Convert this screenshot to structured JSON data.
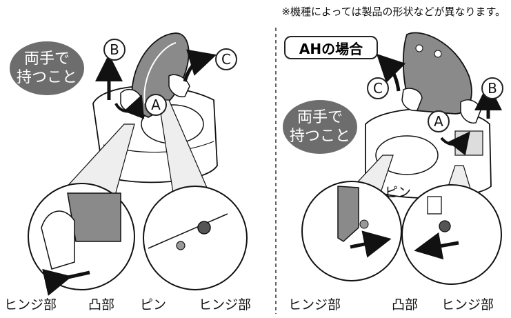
{
  "note": "※機種によっては製品の形状などが異なります。",
  "left": {
    "bubble_line1": "両手で",
    "bubble_line2": "持つこと",
    "mark_a": "A",
    "mark_b": "B",
    "mark_c": "C",
    "label_hinge_left": "ヒンジ部",
    "label_protrusion": "凸部",
    "label_pin": "ピン",
    "label_hinge_right": "ヒンジ部"
  },
  "right": {
    "title": "AHの場合",
    "bubble_line1": "両手で",
    "bubble_line2": "持つこと",
    "mark_a": "A",
    "mark_b": "B",
    "mark_c": "C",
    "label_pin": "ピン",
    "label_hinge_left": "ヒンジ部",
    "label_protrusion": "凸部",
    "label_hinge_right": "ヒンジ部"
  },
  "colors": {
    "bubble": "#6d6d6d",
    "lid": "#8a8a8a",
    "arrow": "#111111"
  }
}
